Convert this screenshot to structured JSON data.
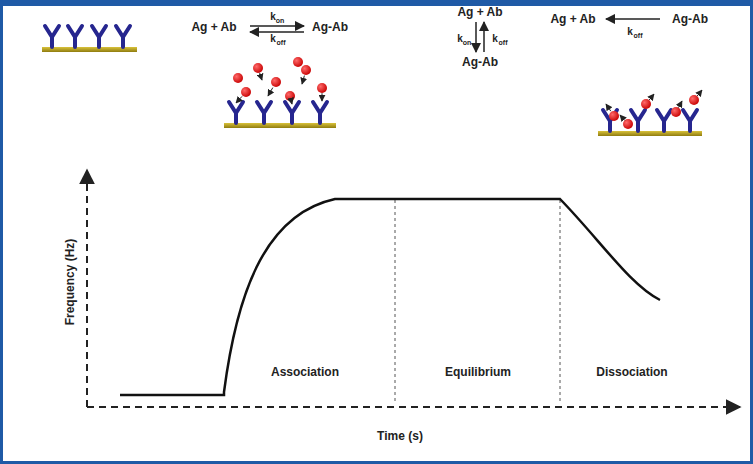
{
  "diagram": {
    "labels": [
      "Ag + Ab",
      "k",
      "on",
      "Ag-Ab",
      "k",
      "off",
      "Ag + Ab",
      "k",
      "on",
      "k",
      "off",
      "Ag-Ab",
      "Ag + Ab",
      "Ag-Ab",
      "k",
      "off",
      "Frequency (Hz)",
      "Association",
      "Equilibrium",
      "Dissociation",
      "Time (s)"
    ]
  }
}
